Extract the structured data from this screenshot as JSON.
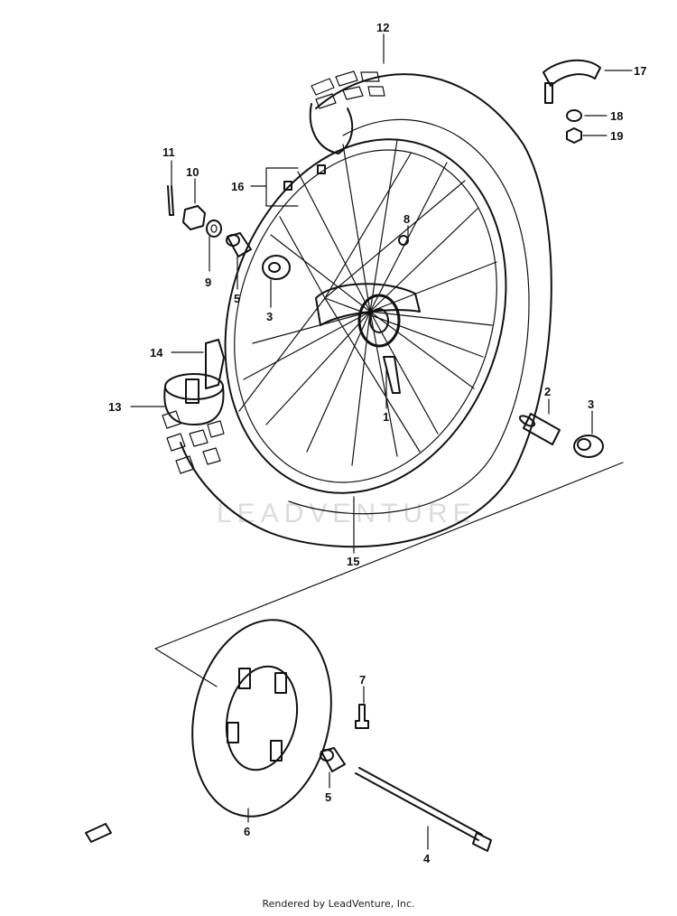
{
  "parts": {
    "p1": "1",
    "p2": "2",
    "p3a": "3",
    "p3b": "3",
    "p4": "4",
    "p5a": "5",
    "p5b": "5",
    "p6": "6",
    "p7": "7",
    "p8": "8",
    "p9": "9",
    "p10": "10",
    "p11": "11",
    "p12": "12",
    "p13": "13",
    "p14": "14",
    "p15": "15",
    "p16": "16",
    "p17": "17",
    "p18": "18",
    "p19": "19"
  },
  "watermark": "LEADVENTURE",
  "footer": "Rendered by LeadVenture, Inc."
}
